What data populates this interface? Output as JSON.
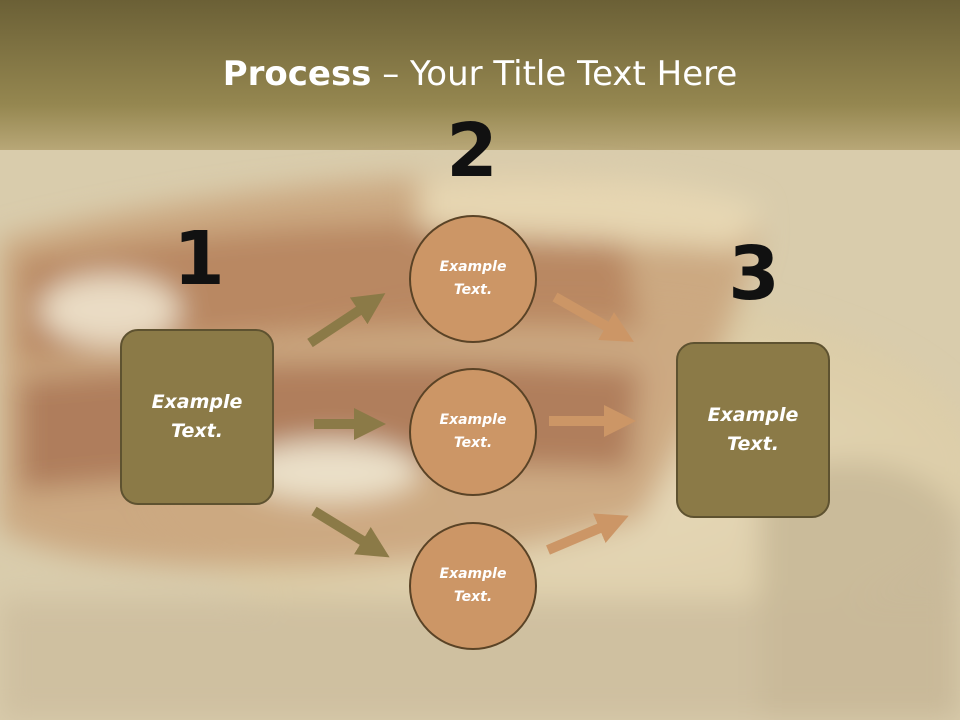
{
  "title": {
    "bold": "Process",
    "rest": " – Your Title Text Here"
  },
  "steps": [
    {
      "number": "1",
      "text": "Example Text."
    },
    {
      "number": "2",
      "text": "Example Text."
    },
    {
      "number": "3",
      "text": "Example Text."
    }
  ],
  "circles": [
    {
      "text": "Example Text."
    },
    {
      "text": "Example Text."
    },
    {
      "text": "Example Text."
    }
  ],
  "colors": {
    "header": "#6e6235",
    "box_fill": "#8b7a47",
    "circle_fill": "#cc9666",
    "left_arrow": "#8b7a47",
    "right_arrow": "#cc9666"
  }
}
